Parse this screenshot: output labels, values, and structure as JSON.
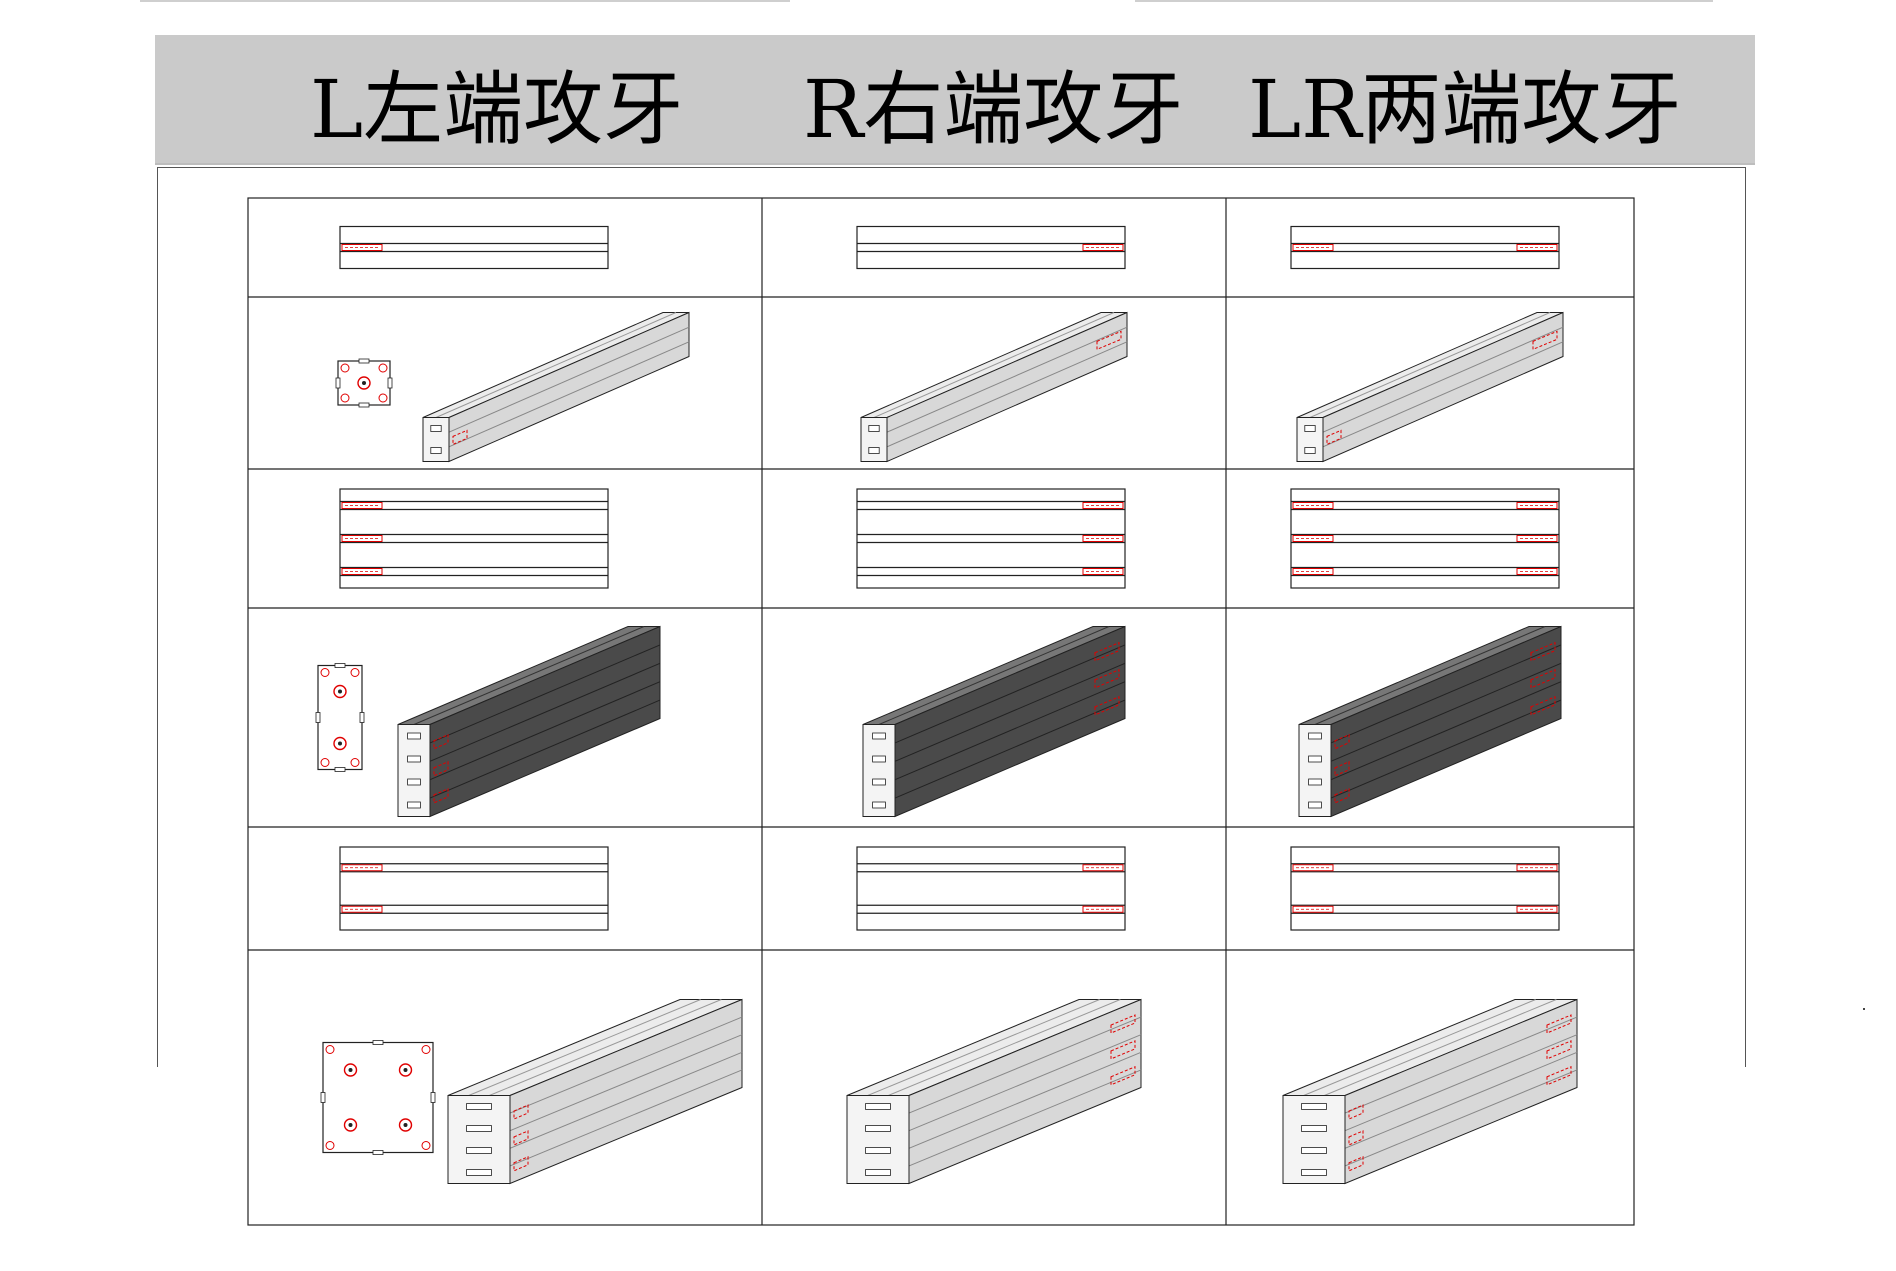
{
  "header": {
    "columns": [
      {
        "label": "L左端攻牙",
        "ends": "left"
      },
      {
        "label": "R右端攻牙",
        "ends": "right"
      },
      {
        "label": "LR两端攻牙",
        "ends": "both"
      }
    ]
  },
  "rows": [
    {
      "kind": "side",
      "slots": 1
    },
    {
      "kind": "iso",
      "profile": "4-slot",
      "shade": "light"
    },
    {
      "kind": "side",
      "slots": 3
    },
    {
      "kind": "iso",
      "profile": "8-slot-tall",
      "shade": "dark"
    },
    {
      "kind": "side",
      "slots": 2
    },
    {
      "kind": "iso",
      "profile": "8-slot-wide",
      "shade": "light"
    }
  ],
  "colors": {
    "header_bg": "#cacaca",
    "line": "#222222",
    "thread_mark": "#e00000",
    "profile_light": "#d8d8d8",
    "profile_light_top": "#ececec",
    "profile_dark": "#4a4a4a",
    "profile_dark_top": "#777777"
  }
}
